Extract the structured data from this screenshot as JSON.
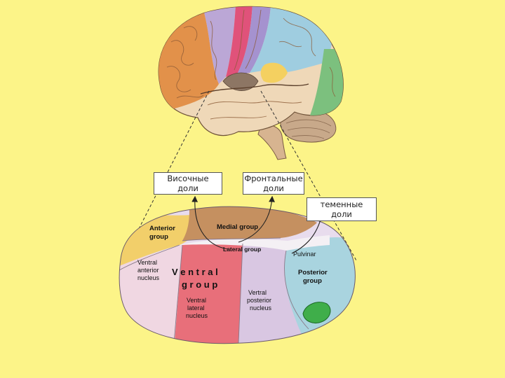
{
  "callouts": {
    "temporal": [
      "Височные",
      "доли"
    ],
    "frontal": [
      "Фронтальные",
      "доли"
    ],
    "parietal": [
      "теменные",
      "доли"
    ]
  },
  "thalamus_labels": {
    "anterior_group": [
      "Anterior",
      "group"
    ],
    "medial_group": "Medial group",
    "lateral_group": "Lateral group",
    "pulvinar": "Pulvinar",
    "ventral_anterior": [
      "Ventral",
      "anterior",
      "nucleus"
    ],
    "ventral_group": [
      "V e n t r a l",
      "g r o u p"
    ],
    "ventral_lateral": [
      "Ventral",
      "lateral",
      "nucleus"
    ],
    "ventral_posterior": [
      "Vertral",
      "posterior",
      "nucleus"
    ],
    "posterior_group": [
      "Posterior",
      "group"
    ]
  },
  "colors": {
    "background": "#fcf488",
    "frontal_lobe": "#e2914a",
    "motor_strip": "#e0527a",
    "parietal_lobe": "#9fcde0",
    "occipital_lobe": "#7cc07e",
    "temporal_lobe": "#efd8b8",
    "anterior_group": "#f2cf6a",
    "medial_group": "#c59060",
    "ventral_lateral": "#e86f7a",
    "ventral_posterior": "#d9c7e2",
    "posterior_group": "#a9d4df"
  }
}
